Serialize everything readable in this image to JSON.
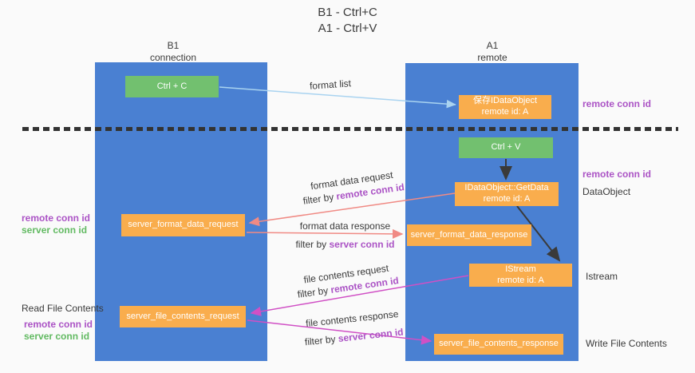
{
  "title": {
    "line1": "B1 - Ctrl+C",
    "line2": "A1 - Ctrl+V"
  },
  "lanes": {
    "left": {
      "name": "B1",
      "role": "connection"
    },
    "right": {
      "name": "A1",
      "role": "remote"
    }
  },
  "boxes": {
    "ctrl_c": {
      "label": "Ctrl + C"
    },
    "saved_dataobject": {
      "title": "保存IDataObject",
      "subtitle": "remote id: A"
    },
    "ctrl_v": {
      "label": "Ctrl + V"
    },
    "getdata": {
      "title": "IDataObject::GetData",
      "subtitle": "remote id: A"
    },
    "format_request": {
      "label": "server_format_data_request"
    },
    "format_response": {
      "label": "server_format_data_response"
    },
    "istream": {
      "title": "IStream",
      "subtitle": "remote id: A"
    },
    "file_request": {
      "label": "server_file_contents_request"
    },
    "file_response": {
      "label": "server_file_contents_response"
    }
  },
  "flow_labels": {
    "format_list": "format list",
    "format_request": {
      "text": "format data request",
      "filter_prefix": "filter by ",
      "filter_key": "remote conn id"
    },
    "format_response": {
      "text": "format data response",
      "filter_prefix": "filter by ",
      "filter_key": "server conn id"
    },
    "file_request": {
      "text": "file contents request",
      "filter_prefix": "filter by ",
      "filter_key": "remote conn id"
    },
    "file_response": {
      "text": "file contents response",
      "filter_prefix": "filter by ",
      "filter_key": "server conn id"
    }
  },
  "side_labels": {
    "right_remote_top": "remote conn id",
    "right_remote_mid": "remote conn id",
    "right_dataobject": "DataObject",
    "right_istream": "Istream",
    "right_write_file": "Write File Contents",
    "left_remote_1": "remote conn id",
    "left_server_1": "server conn id",
    "left_read_file": "Read File Contents",
    "left_remote_2": "remote conn id",
    "left_server_2": "server conn id"
  },
  "colors": {
    "lane_blue": "#4a80d2",
    "box_orange": "#f9ad4d",
    "box_green": "#72c06f",
    "label_purple": "#ab53c5",
    "label_green": "#62ba62",
    "arrow_salmon": "#f08a84",
    "arrow_magenta": "#d050c5",
    "arrow_lightblue": "#a9d3f0",
    "arrow_black": "#3a3a3a"
  }
}
